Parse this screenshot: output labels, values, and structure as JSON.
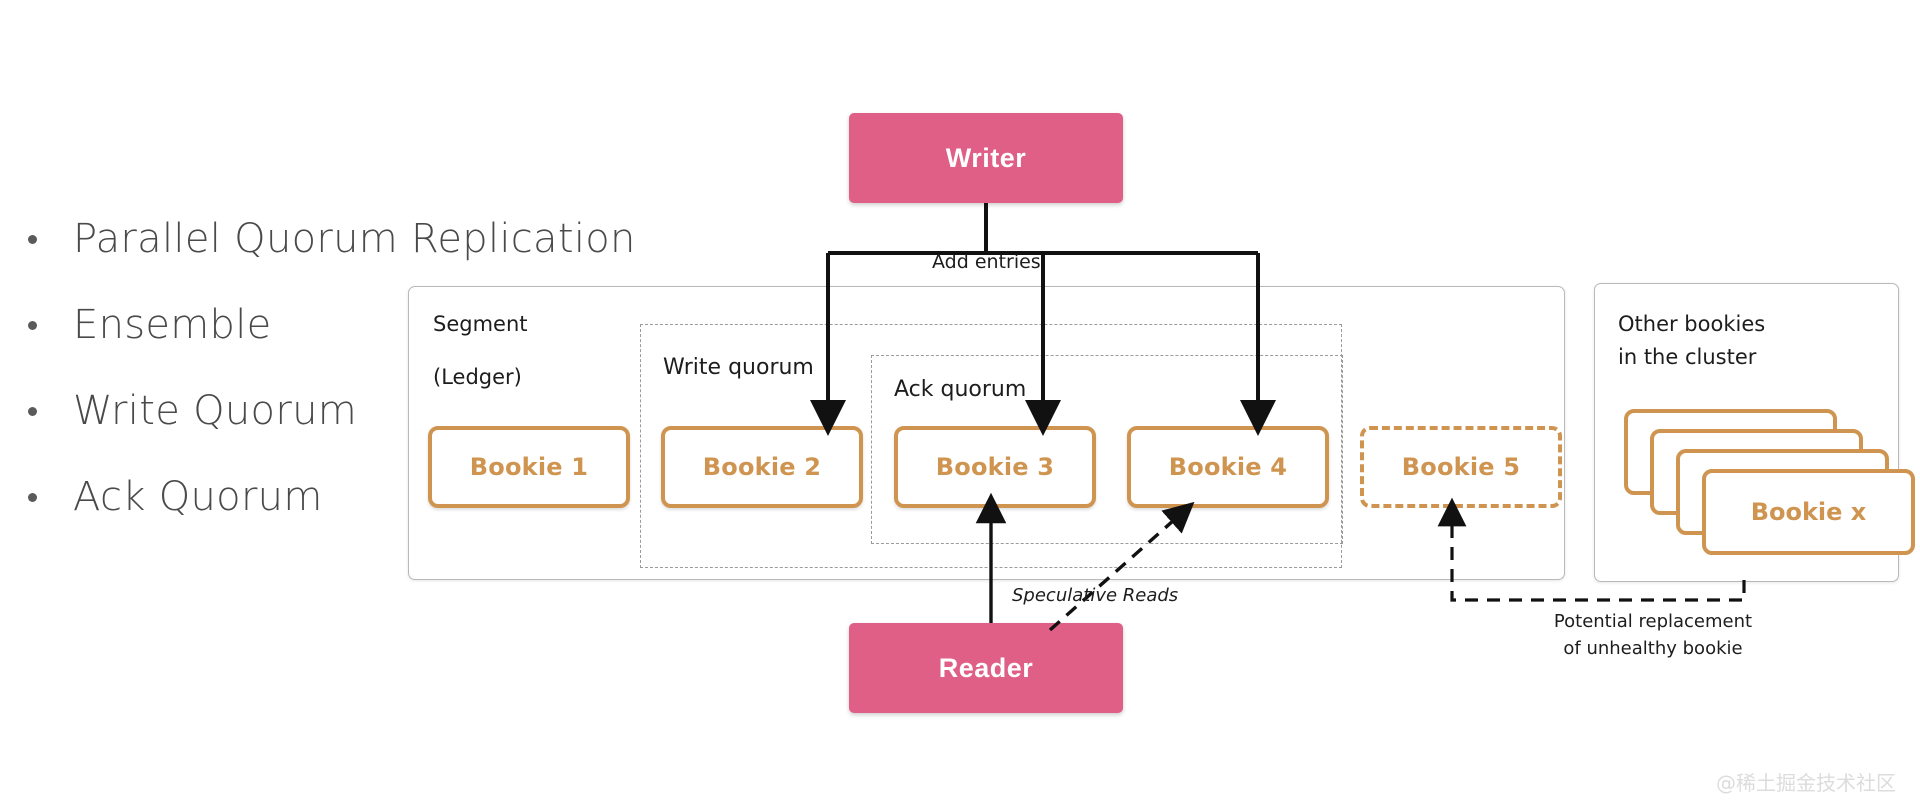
{
  "bullets": [
    {
      "label": "Parallel Quorum Replication"
    },
    {
      "label": "Ensemble"
    },
    {
      "label": "Write Quorum"
    },
    {
      "label": "Ack Quorum"
    }
  ],
  "nodes": {
    "writer": "Writer",
    "reader": "Reader"
  },
  "segment": {
    "title": "Segment",
    "subtitle": "(Ledger)"
  },
  "cluster": {
    "title": "Other bookies\nin the cluster",
    "stack_label": "Bookie x"
  },
  "quorums": {
    "write": "Write quorum",
    "ack": "Ack quorum"
  },
  "bookies": [
    {
      "label": "Bookie 1",
      "style": "solid"
    },
    {
      "label": "Bookie 2",
      "style": "solid"
    },
    {
      "label": "Bookie 3",
      "style": "solid"
    },
    {
      "label": "Bookie 4",
      "style": "solid"
    },
    {
      "label": "Bookie 5",
      "style": "dashed"
    }
  ],
  "annotations": {
    "add_entries": "Add entries",
    "speculative_reads": "Speculative Reads",
    "replacement": "Potential  replacement\nof unhealthy bookie"
  },
  "watermark": "@稀土掘金技术社区",
  "colors": {
    "pink": "#df5f86",
    "bookie_orange": "#cf9550",
    "panel_border": "#b9b9b9",
    "dash_gray": "#9b9b9b",
    "text_dark": "#1d1d1d",
    "bullet_text": "#4a4a4a",
    "watermark": "#dcdcdc"
  }
}
